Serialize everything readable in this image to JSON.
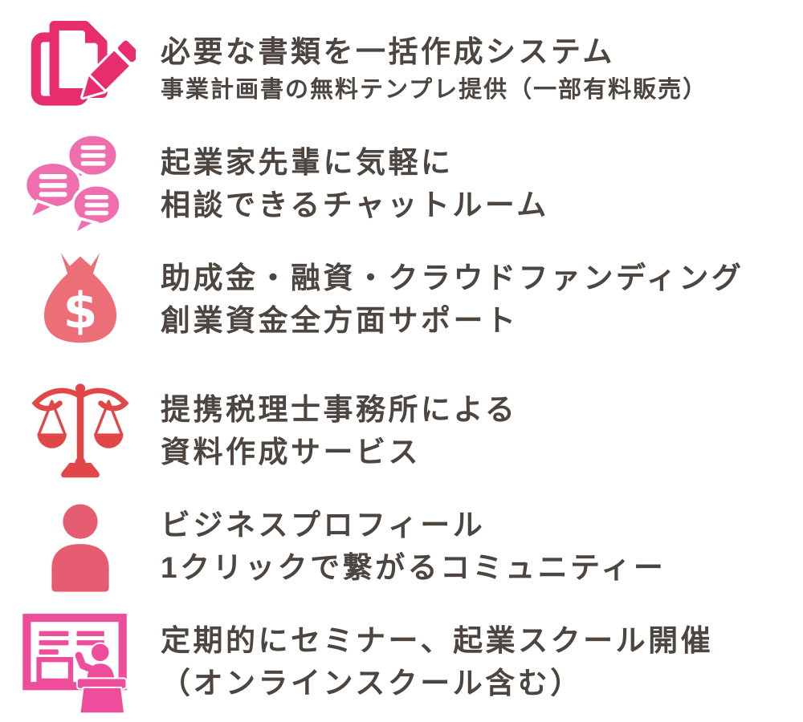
{
  "page": {
    "background_color": "#ffffff",
    "text_color": "#4d4540"
  },
  "features": [
    {
      "icon": "documents-pencil-icon",
      "icon_color": "#e72d6e",
      "title": "必要な書類を一括作成システム",
      "subtitle": "事業計画書の無料テンプレ提供（一部有料販売）"
    },
    {
      "icon": "chat-bubbles-icon",
      "icon_color": "#ef6fae",
      "title": "起業家先輩に気軽に",
      "subtitle": "相談できるチャットルーム"
    },
    {
      "icon": "money-bag-icon",
      "icon_color": "#ec6f78",
      "title": "助成金・融資・クラウドファンディング",
      "subtitle": "創業資金全方面サポート"
    },
    {
      "icon": "balance-scales-icon",
      "icon_color": "#e14749",
      "title": "提携税理士事務所による",
      "subtitle": "資料作成サービス"
    },
    {
      "icon": "person-icon",
      "icon_color": "#e65d72",
      "title": "ビジネスプロフィール",
      "subtitle": "1クリックで繋がるコミュニティー"
    },
    {
      "icon": "seminar-presentation-icon",
      "icon_color": "#ee4d9b",
      "title": "定期的にセミナー、起業スクール開催",
      "subtitle": "（オンラインスクール含む）"
    }
  ]
}
